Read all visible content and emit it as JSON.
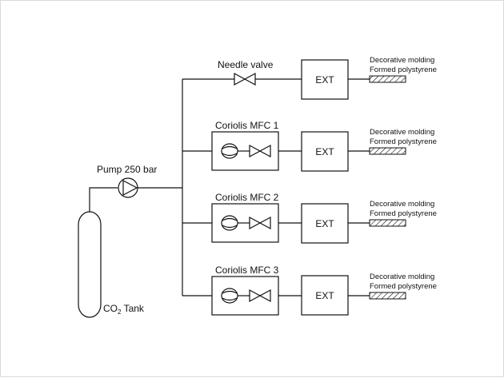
{
  "diagram": {
    "tank_label_main": "CO",
    "tank_label_sub": "2",
    "tank_label_rest": " Tank",
    "pump_label": "Pump 250 bar",
    "branches": [
      {
        "label": "Needle valve",
        "ext": "EXT",
        "target_line1": "Decorative molding",
        "target_line2": "Formed polystyrene"
      },
      {
        "label": "Coriolis MFC 1",
        "ext": "EXT",
        "target_line1": "Decorative molding",
        "target_line2": "Formed polystyrene"
      },
      {
        "label": "Coriolis MFC 2",
        "ext": "EXT",
        "target_line1": "Decorative molding",
        "target_line2": "Formed polystyrene"
      },
      {
        "label": "Coriolis MFC 3",
        "ext": "EXT",
        "target_line1": "Decorative molding",
        "target_line2": "Formed polystyrene"
      }
    ]
  }
}
